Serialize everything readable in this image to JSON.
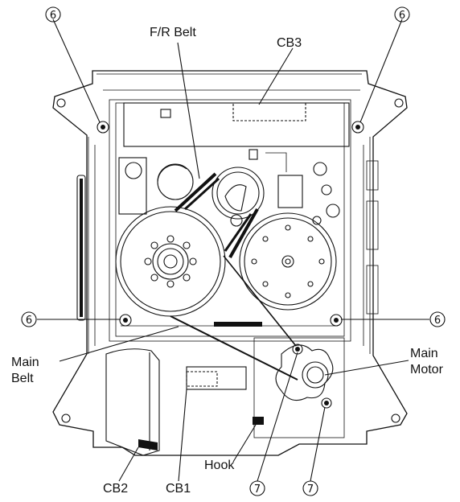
{
  "labels": {
    "fr_belt": "F/R Belt",
    "cb3": "CB3",
    "cb2": "CB2",
    "cb1": "CB1",
    "hook": "Hook",
    "main_belt_line1": "Main",
    "main_belt_line2": "Belt",
    "main_motor_line1": "Main",
    "main_motor_line2": "Motor",
    "screw6": "6",
    "screw7": "7"
  }
}
